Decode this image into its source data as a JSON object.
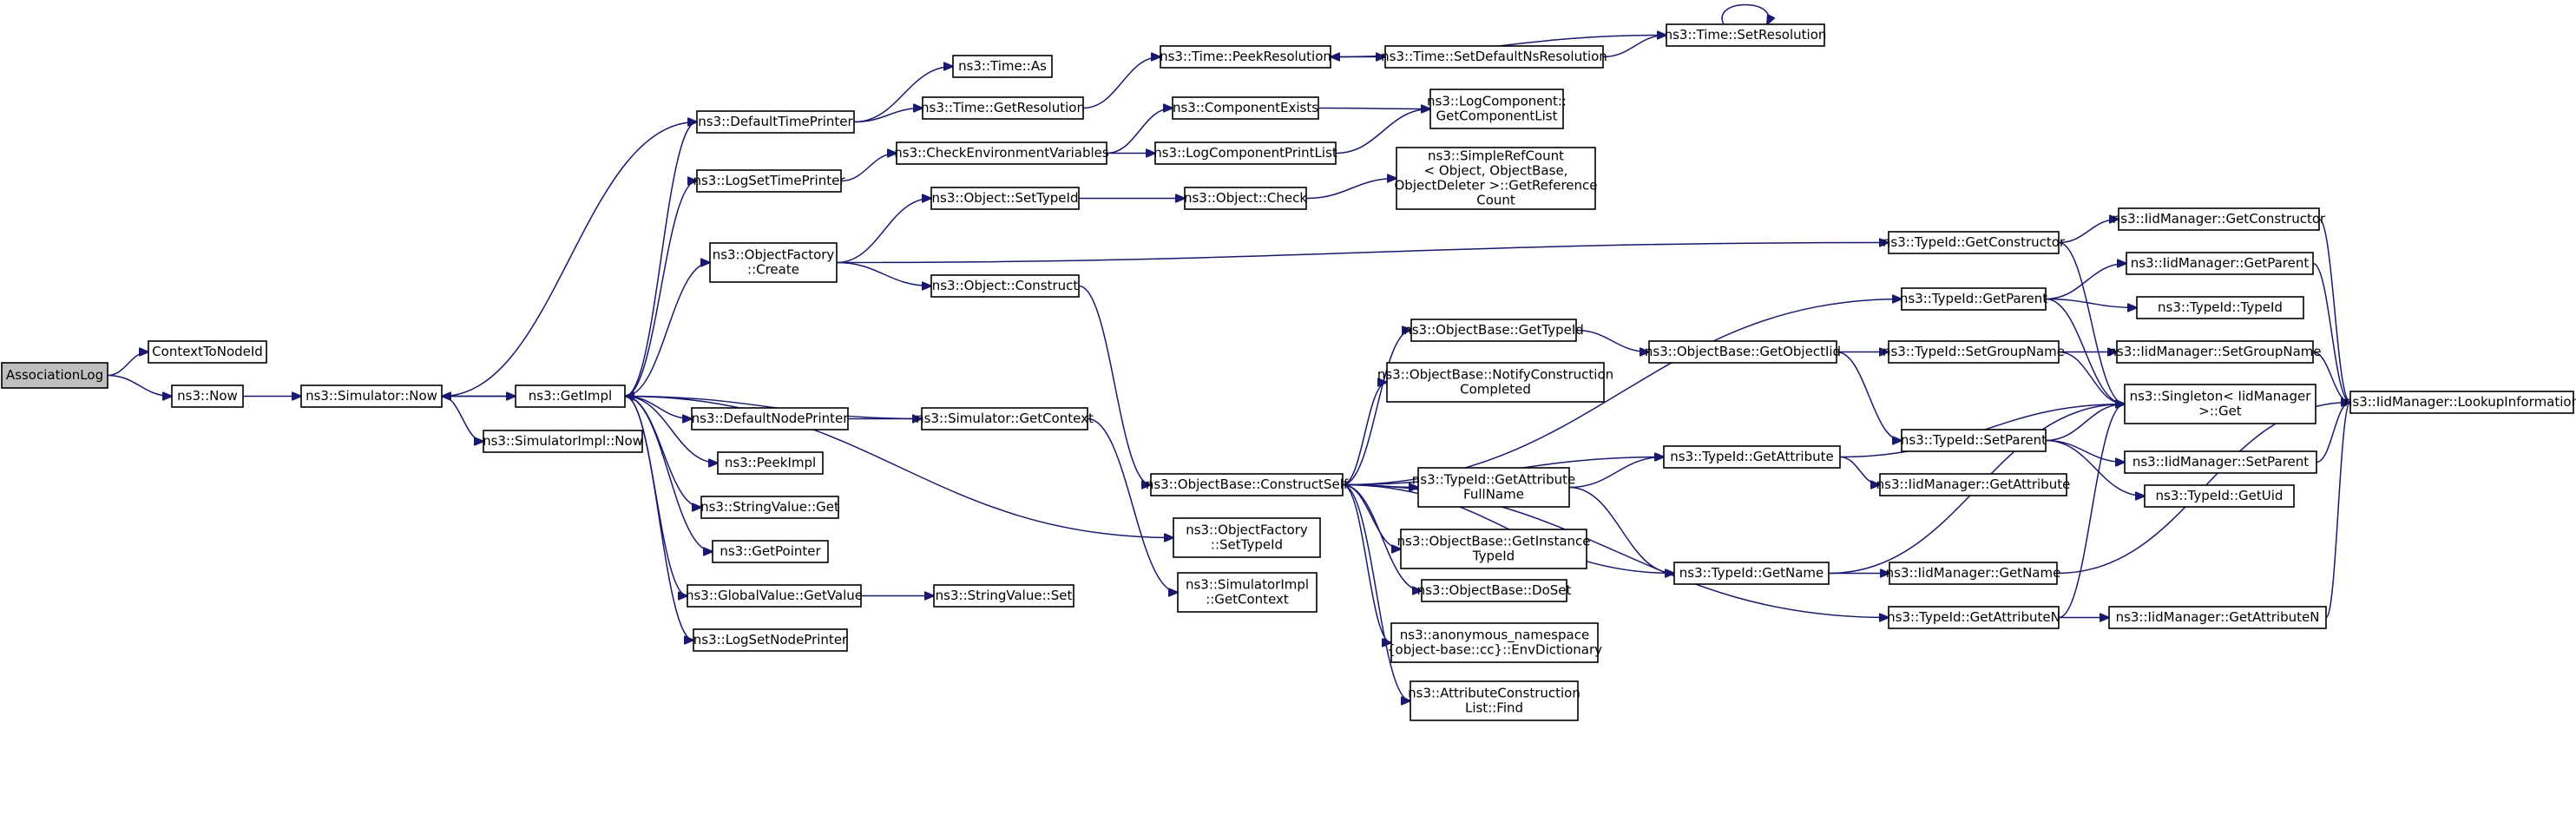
{
  "nodes": [
    {
      "id": "n0",
      "label": [
        "AssociationLog"
      ],
      "root": true
    },
    {
      "id": "n1",
      "label": [
        "ContextToNodeId"
      ]
    },
    {
      "id": "n2",
      "label": [
        "ns3::Now"
      ]
    },
    {
      "id": "n3",
      "label": [
        "ns3::Simulator::Now"
      ]
    },
    {
      "id": "n4",
      "label": [
        "ns3::DefaultTimePrinter"
      ]
    },
    {
      "id": "n5",
      "label": [
        "ns3::Time::As"
      ]
    },
    {
      "id": "n6",
      "label": [
        "ns3::Time::GetResolution"
      ]
    },
    {
      "id": "n7",
      "label": [
        "ns3::Time::PeekResolution"
      ]
    },
    {
      "id": "n8",
      "label": [
        "ns3::Time::SetDefaultNsResolution"
      ]
    },
    {
      "id": "n9",
      "label": [
        "ns3::Time::SetResolution"
      ]
    },
    {
      "id": "n10",
      "label": [
        "ns3::GetImpl"
      ]
    },
    {
      "id": "n11",
      "label": [
        "ns3::LogSetTimePrinter"
      ]
    },
    {
      "id": "n12",
      "label": [
        "ns3::CheckEnvironmentVariables"
      ]
    },
    {
      "id": "n13",
      "label": [
        "ns3::ComponentExists"
      ]
    },
    {
      "id": "n14",
      "label": [
        "ns3::LogComponent::",
        "GetComponentList"
      ]
    },
    {
      "id": "n15",
      "label": [
        "ns3::LogComponentPrintList"
      ]
    },
    {
      "id": "n16",
      "label": [
        "ns3::ObjectFactory",
        "::Create"
      ]
    },
    {
      "id": "n17",
      "label": [
        "ns3::Object::SetTypeId"
      ]
    },
    {
      "id": "n18",
      "label": [
        "ns3::Object::Check"
      ]
    },
    {
      "id": "n19",
      "label": [
        "ns3::SimpleRefCount",
        "< Object, ObjectBase,",
        "ObjectDeleter >::GetReference",
        "Count"
      ]
    },
    {
      "id": "n20",
      "label": [
        "ns3::Object::Construct"
      ]
    },
    {
      "id": "n21",
      "label": [
        "ns3::TypeId::GetConstructor"
      ]
    },
    {
      "id": "n22",
      "label": [
        "ns3::IidManager::GetConstructor"
      ]
    },
    {
      "id": "n23",
      "label": [
        "ns3::TypeId::GetParent"
      ]
    },
    {
      "id": "n24",
      "label": [
        "ns3::IidManager::GetParent"
      ]
    },
    {
      "id": "n25",
      "label": [
        "ns3::TypeId::TypeId"
      ]
    },
    {
      "id": "n26",
      "label": [
        "ns3::ObjectBase::GetTypeId"
      ]
    },
    {
      "id": "n27",
      "label": [
        "ns3::ObjectBase::GetObjectIid"
      ]
    },
    {
      "id": "n28",
      "label": [
        "ns3::TypeId::SetGroupName"
      ]
    },
    {
      "id": "n29",
      "label": [
        "ns3::IidManager::SetGroupName"
      ]
    },
    {
      "id": "n30",
      "label": [
        "ns3::IidManager::LookupInformation"
      ]
    },
    {
      "id": "n31",
      "label": [
        "ns3::ObjectBase::NotifyConstruction",
        "Completed"
      ]
    },
    {
      "id": "n32",
      "label": [
        "ns3::Singleton< IidManager",
        ">::Get"
      ]
    },
    {
      "id": "n33",
      "label": [
        "ns3::TypeId::SetParent"
      ]
    },
    {
      "id": "n34",
      "label": [
        "ns3::IidManager::SetParent"
      ]
    },
    {
      "id": "n35",
      "label": [
        "ns3::TypeId::GetUid"
      ]
    },
    {
      "id": "n36",
      "label": [
        "ns3::DefaultNodePrinter"
      ]
    },
    {
      "id": "n37",
      "label": [
        "ns3::Simulator::GetContext"
      ]
    },
    {
      "id": "n38",
      "label": [
        "ns3::SimulatorImpl::Now"
      ]
    },
    {
      "id": "n39",
      "label": [
        "ns3::PeekImpl"
      ]
    },
    {
      "id": "n40",
      "label": [
        "ns3::StringValue::Get"
      ]
    },
    {
      "id": "n41",
      "label": [
        "ns3::GetPointer"
      ]
    },
    {
      "id": "n42",
      "label": [
        "ns3::GlobalValue::GetValue"
      ]
    },
    {
      "id": "n43",
      "label": [
        "ns3::StringValue::Set"
      ]
    },
    {
      "id": "n44",
      "label": [
        "ns3::LogSetNodePrinter"
      ]
    },
    {
      "id": "n45",
      "label": [
        "ns3::ObjectBase::ConstructSelf"
      ]
    },
    {
      "id": "n46",
      "label": [
        "ns3::ObjectFactory",
        "::SetTypeId"
      ]
    },
    {
      "id": "n47",
      "label": [
        "ns3::SimulatorImpl",
        "::GetContext"
      ]
    },
    {
      "id": "n48",
      "label": [
        "ns3::TypeId::GetAttribute",
        "FullName"
      ]
    },
    {
      "id": "n49",
      "label": [
        "ns3::TypeId::GetAttribute"
      ]
    },
    {
      "id": "n50",
      "label": [
        "ns3::IidManager::GetAttribute"
      ]
    },
    {
      "id": "n51",
      "label": [
        "ns3::ObjectBase::GetInstance",
        "TypeId"
      ]
    },
    {
      "id": "n52",
      "label": [
        "ns3::ObjectBase::DoSet"
      ]
    },
    {
      "id": "n53",
      "label": [
        "ns3::TypeId::GetName"
      ]
    },
    {
      "id": "n54",
      "label": [
        "ns3::IidManager::GetName"
      ]
    },
    {
      "id": "n55",
      "label": [
        "ns3::anonymous_namespace",
        "{object-base::cc}::EnvDictionary"
      ]
    },
    {
      "id": "n56",
      "label": [
        "ns3::TypeId::GetAttributeN"
      ]
    },
    {
      "id": "n57",
      "label": [
        "ns3::IidManager::GetAttributeN"
      ]
    },
    {
      "id": "n58",
      "label": [
        "ns3::AttributeConstruction",
        "List::Find"
      ]
    }
  ],
  "edges": [
    [
      "n0",
      "n1"
    ],
    [
      "n0",
      "n2"
    ],
    [
      "n2",
      "n3"
    ],
    [
      "n3",
      "n4"
    ],
    [
      "n3",
      "n10"
    ],
    [
      "n3",
      "n38"
    ],
    [
      "n4",
      "n5"
    ],
    [
      "n4",
      "n6"
    ],
    [
      "n6",
      "n7"
    ],
    [
      "n7",
      "n8"
    ],
    [
      "n8",
      "n9"
    ],
    [
      "n9",
      "n7"
    ],
    [
      "n9",
      "n9"
    ],
    [
      "n10",
      "n3"
    ],
    [
      "n10",
      "n4"
    ],
    [
      "n10",
      "n11"
    ],
    [
      "n10",
      "n16"
    ],
    [
      "n10",
      "n36"
    ],
    [
      "n10",
      "n39"
    ],
    [
      "n10",
      "n40"
    ],
    [
      "n10",
      "n41"
    ],
    [
      "n10",
      "n42"
    ],
    [
      "n10",
      "n44"
    ],
    [
      "n10",
      "n46"
    ],
    [
      "n11",
      "n12"
    ],
    [
      "n12",
      "n13"
    ],
    [
      "n12",
      "n15"
    ],
    [
      "n13",
      "n14"
    ],
    [
      "n15",
      "n14"
    ],
    [
      "n16",
      "n17"
    ],
    [
      "n16",
      "n20"
    ],
    [
      "n16",
      "n21"
    ],
    [
      "n17",
      "n18"
    ],
    [
      "n18",
      "n19"
    ],
    [
      "n20",
      "n45"
    ],
    [
      "n21",
      "n22"
    ],
    [
      "n21",
      "n32"
    ],
    [
      "n22",
      "n30"
    ],
    [
      "n23",
      "n24"
    ],
    [
      "n23",
      "n25"
    ],
    [
      "n23",
      "n32"
    ],
    [
      "n24",
      "n30"
    ],
    [
      "n26",
      "n27"
    ],
    [
      "n27",
      "n28"
    ],
    [
      "n27",
      "n33"
    ],
    [
      "n28",
      "n29"
    ],
    [
      "n28",
      "n32"
    ],
    [
      "n29",
      "n30"
    ],
    [
      "n33",
      "n32"
    ],
    [
      "n33",
      "n34"
    ],
    [
      "n33",
      "n35"
    ],
    [
      "n34",
      "n30"
    ],
    [
      "n36",
      "n37"
    ],
    [
      "n37",
      "n10"
    ],
    [
      "n37",
      "n47"
    ],
    [
      "n42",
      "n43"
    ],
    [
      "n45",
      "n23"
    ],
    [
      "n45",
      "n26"
    ],
    [
      "n45",
      "n31"
    ],
    [
      "n45",
      "n48"
    ],
    [
      "n45",
      "n49"
    ],
    [
      "n45",
      "n51"
    ],
    [
      "n45",
      "n52"
    ],
    [
      "n45",
      "n53"
    ],
    [
      "n45",
      "n55"
    ],
    [
      "n45",
      "n56"
    ],
    [
      "n45",
      "n58"
    ],
    [
      "n48",
      "n49"
    ],
    [
      "n48",
      "n53"
    ],
    [
      "n49",
      "n50"
    ],
    [
      "n49",
      "n32"
    ],
    [
      "n53",
      "n54"
    ],
    [
      "n53",
      "n32"
    ],
    [
      "n54",
      "n30"
    ],
    [
      "n56",
      "n57"
    ],
    [
      "n56",
      "n32"
    ],
    [
      "n57",
      "n30"
    ]
  ]
}
